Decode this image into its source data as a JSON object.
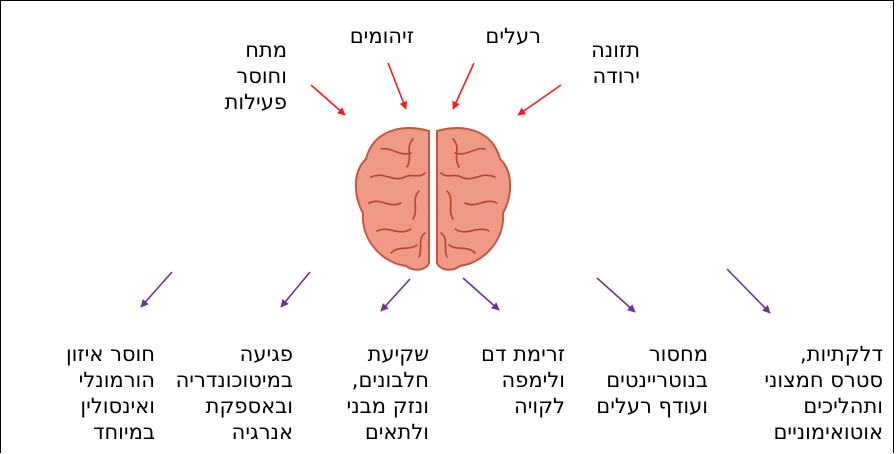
{
  "colors": {
    "cause_arrow": "#ff1a1a",
    "effect_arrow": "#7030a0",
    "brain_fill": "#ef9a86",
    "brain_outline": "#c8553f",
    "brain_gyri": "#b5452f"
  },
  "center_icon": "brain-icon",
  "causes": [
    {
      "id": "stress",
      "lines": [
        "מתח",
        "וחוסר",
        "פעילות"
      ]
    },
    {
      "id": "infections",
      "lines": [
        "זיהומים"
      ]
    },
    {
      "id": "toxins",
      "lines": [
        "רעלים"
      ]
    },
    {
      "id": "nutrition",
      "lines": [
        "תזונה",
        "ירודה"
      ]
    }
  ],
  "effects": [
    {
      "id": "hormonal",
      "lines": [
        "חוסר איזון",
        "הורמונלי",
        "ואינסולין",
        "במיוחד"
      ]
    },
    {
      "id": "mitochondria",
      "lines": [
        "פגיעה",
        "במיטוכונדריה",
        "ובאספקת",
        "אנרגיה"
      ]
    },
    {
      "id": "protein",
      "lines": [
        "שקיעת",
        "חלבונים,",
        "ונזק מבני",
        "ולתאים"
      ]
    },
    {
      "id": "flow",
      "lines": [
        "זרימת דם",
        "ולימפה",
        "לקויה"
      ]
    },
    {
      "id": "nutrients",
      "lines": [
        "מחסור",
        "בנוטריינטים",
        "ועודף רעלים"
      ]
    },
    {
      "id": "inflammation",
      "lines": [
        "דלקתיות,",
        "סטרס חמצוני",
        "ותהליכים",
        "אוטואימוניים"
      ]
    }
  ]
}
